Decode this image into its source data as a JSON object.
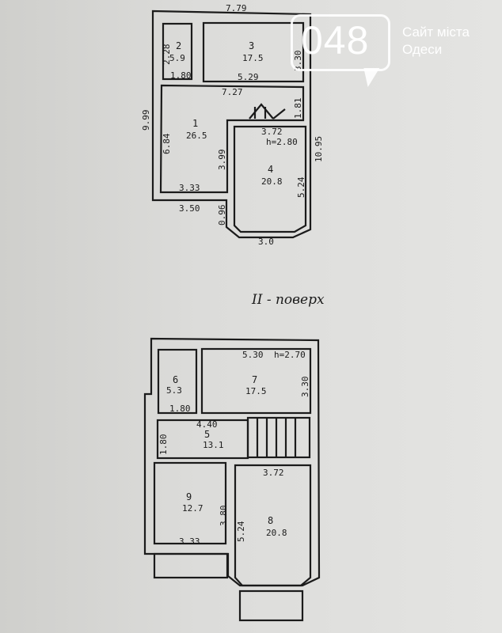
{
  "floor1": {
    "rooms": [
      {
        "number": "1",
        "area": "26.5"
      },
      {
        "number": "2",
        "area": "5.9"
      },
      {
        "number": "3",
        "area": "17.5"
      },
      {
        "number": "4",
        "area": "20.8"
      }
    ],
    "dimensions": {
      "top": "7.79",
      "left": "9.99",
      "room2_side": "2.28",
      "room2_bottom": "1.80",
      "room3_bottom": "5.29",
      "room1_top": "7.27",
      "room3_side": "3.30",
      "stair": "1.81",
      "room4_top": "3.72",
      "height": "h=2.80",
      "right": "10.95",
      "room1_left": "6.84",
      "room1_right": "3.99",
      "room1_bottom": "3.33",
      "bottom_left": "3.50",
      "bay_side": "0.96",
      "room4_side": "5.24",
      "bay_bottom": "3.0"
    }
  },
  "floor2": {
    "title": "II - поверх",
    "rooms": [
      {
        "number": "5",
        "area": "13.1"
      },
      {
        "number": "6",
        "area": "5.3"
      },
      {
        "number": "7",
        "area": "17.5"
      },
      {
        "number": "8",
        "area": "20.8"
      },
      {
        "number": "9",
        "area": "12.7"
      }
    ],
    "dimensions": {
      "room7_top": "5.30",
      "height": "h=2.70",
      "room7_side": "3.30",
      "room6_bottom": "1.80",
      "hall_top": "4.40",
      "hall_side": "1.80",
      "room8_top": "3.72",
      "room9_side": "3.80",
      "room8_side": "5.24",
      "room9_bottom": "3.33"
    }
  },
  "watermark": {
    "logo": "048",
    "site_line1": "Сайт міста",
    "site_line2": "Одеси"
  }
}
